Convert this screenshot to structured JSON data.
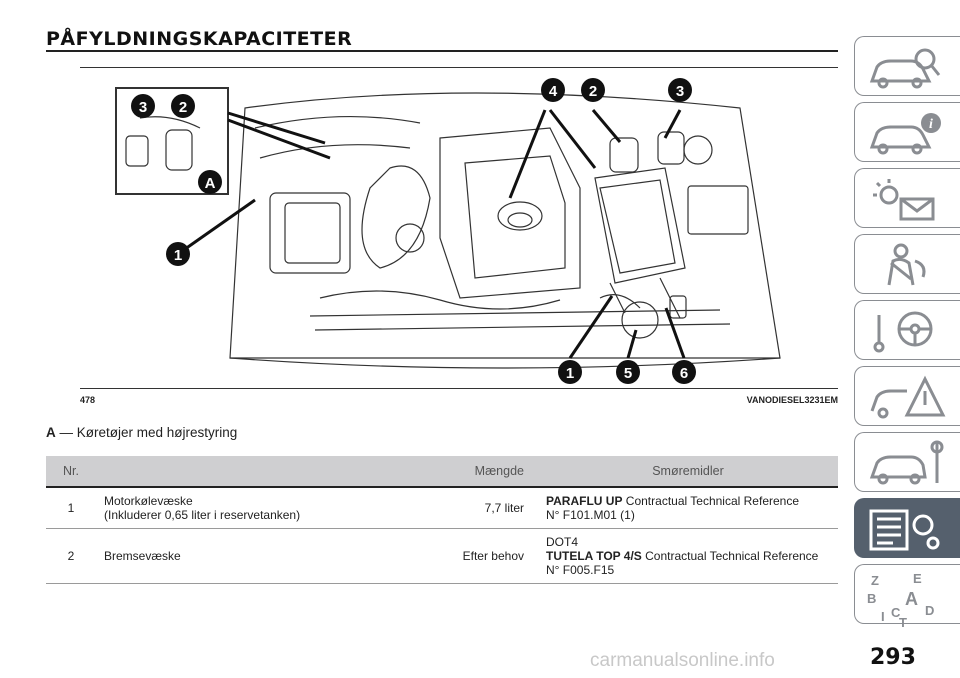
{
  "page": {
    "title": "PÅFYLDNINGSKAPACITETER",
    "figure_number": "478",
    "figure_code": "VANODIESEL3231EM",
    "page_number": "293",
    "watermark": "carmanualsonline.info"
  },
  "figure": {
    "callouts_top": [
      "4",
      "2",
      "3"
    ],
    "callouts_inset": [
      "3",
      "2"
    ],
    "callout_inset_letter": "A",
    "callout_left": "1",
    "callouts_bottom": [
      "1",
      "5",
      "6"
    ]
  },
  "note": {
    "letter": "A",
    "text": " — Køretøjer med højrestyring"
  },
  "table": {
    "headers": {
      "nr": "Nr.",
      "desc": "",
      "qty": "Mængde",
      "lub": "Smøremidler"
    },
    "rows": [
      {
        "nr": "1",
        "desc_line1": "Motorkølevæske",
        "desc_line2": "(Inkluderer 0,65 liter i reservetanken)",
        "qty": "7,7 liter",
        "lub_prefix": "",
        "lub_bold": "PARAFLU UP",
        "lub_text": "Contractual Technical Reference",
        "lub_ref": "N° F101.M01 (1)"
      },
      {
        "nr": "2",
        "desc_line1": "Bremsevæske",
        "desc_line2": "",
        "qty": "Efter behov",
        "lub_prefix": "DOT4",
        "lub_bold": "TUTELA TOP 4/S",
        "lub_text": "Contractual Technical Reference",
        "lub_ref": "N° F005.F15"
      }
    ]
  },
  "tabs": [
    {
      "icon": "car-search-icon",
      "active": false
    },
    {
      "icon": "car-info-icon",
      "active": false
    },
    {
      "icon": "warning-light-message-icon",
      "active": false
    },
    {
      "icon": "seatbelt-airbag-icon",
      "active": false
    },
    {
      "icon": "steering-wheel-key-icon",
      "active": false
    },
    {
      "icon": "car-warning-triangle-icon",
      "active": false
    },
    {
      "icon": "car-wrench-icon",
      "active": false
    },
    {
      "icon": "specs-list-gear-icon",
      "active": true
    },
    {
      "icon": "alphabet-index-icon",
      "active": false
    }
  ],
  "index_letters": [
    "Z",
    "E",
    "B",
    "A",
    "D",
    "I",
    "C",
    "T"
  ],
  "colors": {
    "tab_active": "#55606d",
    "header_bg": "#cfcfd1",
    "callout": "#111111"
  }
}
